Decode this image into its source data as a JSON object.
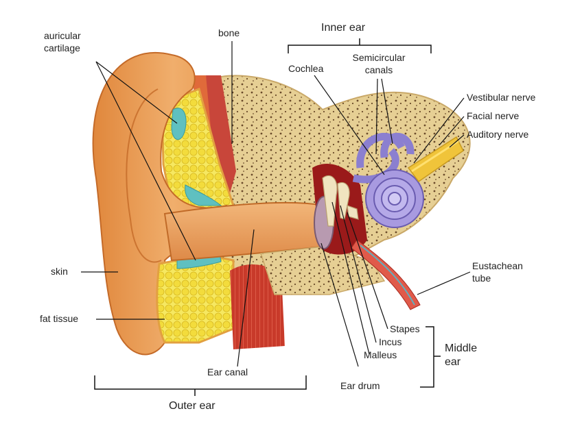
{
  "labels": {
    "auricular_cartilage": [
      "auricular",
      "cartilage"
    ],
    "bone": "bone",
    "inner_ear": "Inner ear",
    "cochlea": "Cochlea",
    "semicircular_canals": [
      "Semicircular",
      "canals"
    ],
    "vestibular_nerve": "Vestibular nerve",
    "facial_nerve": "Facial  nerve",
    "auditory_nerve": "Auditory nerve",
    "skin": "skin",
    "fat_tissue": "fat tissue",
    "eustachean_tube": [
      "Eustachean",
      "tube"
    ],
    "stapes": "Stapes",
    "incus": "Incus",
    "malleus": "Malleus",
    "ear_drum": "Ear drum",
    "ear_canal": "Ear canal",
    "middle_ear": [
      "Middle",
      "ear"
    ],
    "outer_ear": "Outer ear"
  },
  "colors": {
    "skin": "#e08a3e",
    "skin_light": "#f2b070",
    "fat": "#f3e24a",
    "cartilage": "#5fc0c0",
    "bone": "#e6cf94",
    "bone_pore": "#6a4a2a",
    "cochlea": "#9a8fd8",
    "nerve": "#f0c43a",
    "muscle": "#c83a2a"
  }
}
